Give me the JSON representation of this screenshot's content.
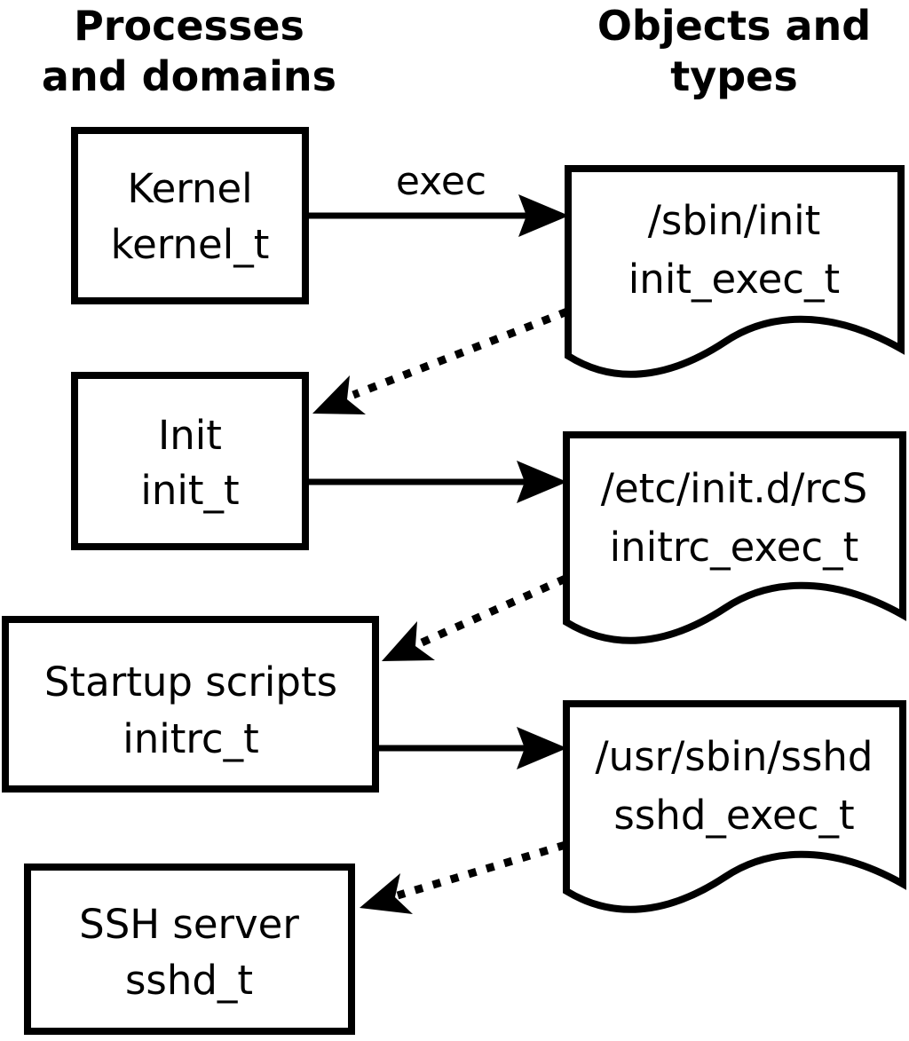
{
  "diagram": {
    "colors": {
      "ink": "#000000",
      "background": "#ffffff"
    },
    "column_headers": {
      "left": {
        "line1": "Processes",
        "line2": "and domains"
      },
      "right": {
        "line1": "Objects and",
        "line2": "types"
      }
    },
    "process_boxes": [
      {
        "id": "kernel",
        "name": "Kernel",
        "domain": "kernel_t"
      },
      {
        "id": "init",
        "name": "Init",
        "domain": "init_t"
      },
      {
        "id": "startup_scripts",
        "name": "Startup scripts",
        "domain": "initrc_t"
      },
      {
        "id": "ssh_server",
        "name": "SSH server",
        "domain": "sshd_t"
      }
    ],
    "object_documents": [
      {
        "id": "sbin_init",
        "path": "/sbin/init",
        "type": "init_exec_t"
      },
      {
        "id": "etc_initd_rcs",
        "path": "/etc/init.d/rcS",
        "type": "initrc_exec_t"
      },
      {
        "id": "usr_sbin_sshd",
        "path": "/usr/sbin/sshd",
        "type": "sshd_exec_t"
      }
    ],
    "edges": [
      {
        "from": "kernel",
        "to": "sbin_init",
        "style": "solid",
        "label": "exec"
      },
      {
        "from": "sbin_init",
        "to": "init",
        "style": "dotted",
        "label": ""
      },
      {
        "from": "init",
        "to": "etc_initd_rcs",
        "style": "solid",
        "label": ""
      },
      {
        "from": "etc_initd_rcs",
        "to": "startup_scripts",
        "style": "dotted",
        "label": ""
      },
      {
        "from": "startup_scripts",
        "to": "usr_sbin_sshd",
        "style": "solid",
        "label": ""
      },
      {
        "from": "usr_sbin_sshd",
        "to": "ssh_server",
        "style": "dotted",
        "label": ""
      }
    ]
  }
}
